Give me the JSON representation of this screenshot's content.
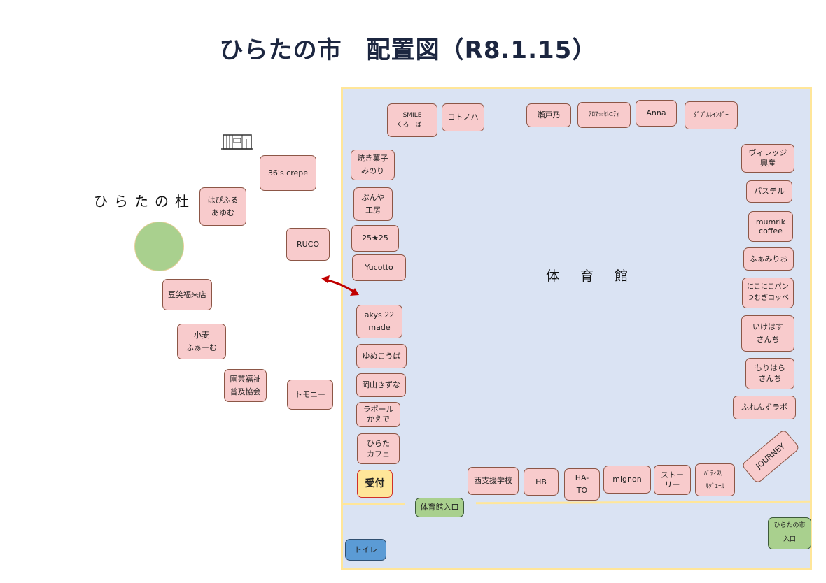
{
  "title": "ひらたの市　配置図（R8.1.15）",
  "gym_label": "体 育 館",
  "mori_label": "ひらたの杜",
  "colors": {
    "stall": "#f8cbcc",
    "gym": "#dae3f3",
    "wall": "#ffe699",
    "entrance": "#a9d08e",
    "toilet": "#5b9bd5",
    "arrow": "#c00000"
  },
  "gym_stalls": {
    "top": [
      "SMILE\nくろーばー",
      "コトノハ",
      "瀬戸乃",
      "ｱﾛﾏ☆ｾﾚﾆﾃｨ",
      "Anna",
      "ﾀﾞﾌﾞﾙﾚｲﾝﾎﾞｰ"
    ],
    "left": [
      "焼き菓子\nみのり",
      "ぶんや\n工房",
      "25★25",
      "Yucotto",
      "akys 22\nmade",
      "ゆめこうば",
      "岡山きずな",
      "ラボール\nかえで",
      "ひらた\nカフェ"
    ],
    "right": [
      "ヴィレッジ\n興産",
      "パステル",
      "mumrik\ncoffee",
      "ふぁみりお",
      "にこにこパン\nつむぎコッペ",
      "いけはす\nさんち",
      "もりはら\nさんち",
      "ふれんずラボ",
      "JOURNEY"
    ],
    "bottom": [
      "西支援学校",
      "HB",
      "HA-\nTO",
      "mignon",
      "ストー\nリー",
      "ﾊﾟﾃｨｽﾘｰ\nﾙｸﾞｪｰﾙ"
    ]
  },
  "outdoor_stalls": [
    "36's crepe",
    "はぴふる\nあゆむ",
    "RUCO",
    "豆笑福来店",
    "小麦\nふぁーむ",
    "園芸福祉\n普及協会",
    "トモニー"
  ],
  "facilities": {
    "reception": "受付",
    "gym_entrance": "体育館入口",
    "market_entrance": "ひらたの市\n入口",
    "toilet": "トイレ"
  }
}
